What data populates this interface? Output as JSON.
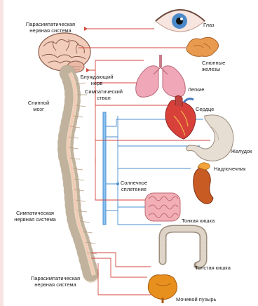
{
  "labels": {
    "parasympathetic_top": "Парасимпатическая\nнервная система",
    "eye": "Глаз",
    "salivary": "Слюнные\nжелезы",
    "vagus": "Блуждающий\nнерв",
    "symp_trunk": "Симпатический\nствол",
    "lungs": "Легкие",
    "spinal_cord": "Спинной\nмозг",
    "heart": "Сердце",
    "stomach": "Желудок",
    "adrenal": "Надпочечник",
    "solar_plexus": "Солнечное\nсплетение",
    "sympathetic": "Симпатическая\nнервная система",
    "small_intestine": "Тонкая кишка",
    "large_intestine": "Толстая кишка",
    "parasympathetic_bottom": "Парасимпатическая\nнервная система",
    "bladder": "Мочевой пузырь"
  },
  "colors": {
    "background_strip": "#f6e4e2",
    "parasympathetic_line": "#d6463c",
    "sympathetic_line": "#4a8fd0",
    "bone": "#efe3cf",
    "bone_outline": "#9b8b74"
  }
}
